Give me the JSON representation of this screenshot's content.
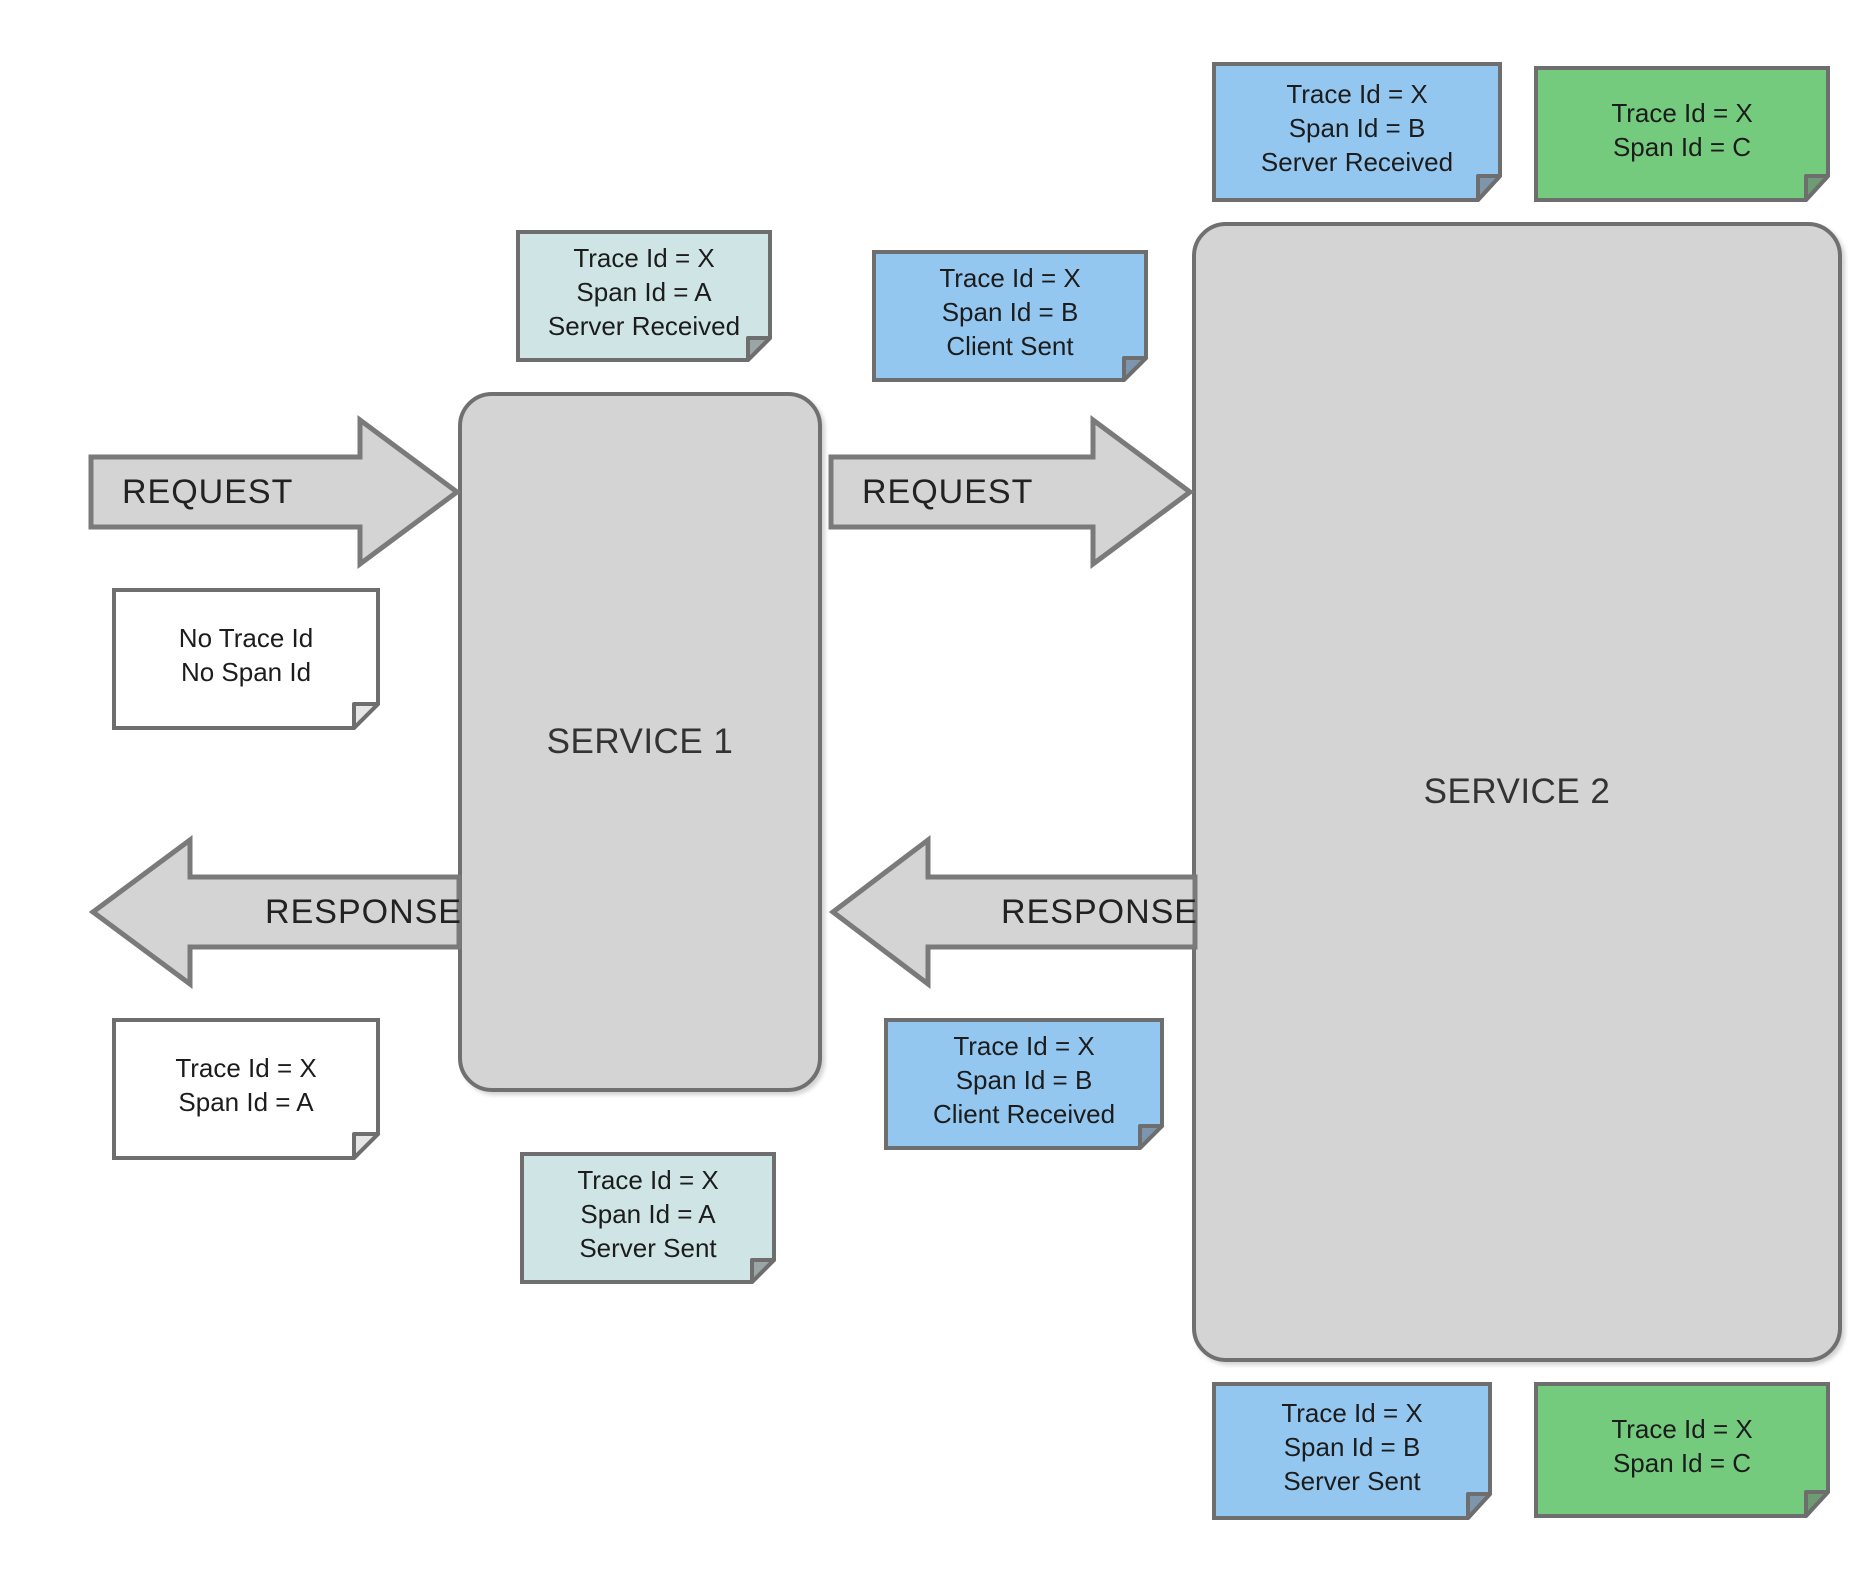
{
  "diagram": {
    "title": "Distributed tracing span propagation between two services",
    "colors": {
      "service_fill": "#d4d4d4",
      "service_stroke": "#707070",
      "arrow_fill": "#d4d4d4",
      "arrow_stroke": "#7a7a7a",
      "note_blue_fill": "#93c7f0",
      "note_green_fill": "#74ca7d",
      "note_cyan_fill": "#cfe5e5",
      "note_white_fill": "#ffffff",
      "note_stroke": "#6e6e6e",
      "text": "#1c1c1c",
      "background": "#ffffff"
    }
  },
  "services": [
    {
      "id": "service-1",
      "label": "SERVICE 1"
    },
    {
      "id": "service-2",
      "label": "SERVICE 2"
    }
  ],
  "arrows": [
    {
      "id": "request-external",
      "label": "REQUEST",
      "direction": "right"
    },
    {
      "id": "response-external",
      "label": "RESPONSE",
      "direction": "left"
    },
    {
      "id": "request-internal",
      "label": "REQUEST",
      "direction": "right"
    },
    {
      "id": "response-internal",
      "label": "RESPONSE",
      "direction": "left"
    }
  ],
  "notes": [
    {
      "id": "note-incoming-request",
      "color": "white",
      "lines": [
        "No Trace Id",
        "No Span Id"
      ]
    },
    {
      "id": "note-outgoing-response",
      "color": "white",
      "lines": [
        "Trace Id = X",
        "Span Id = A"
      ]
    },
    {
      "id": "note-service1-server-received",
      "color": "cyan",
      "lines": [
        "Trace Id = X",
        "Span Id = A",
        "Server Received"
      ]
    },
    {
      "id": "note-service1-server-sent",
      "color": "cyan",
      "lines": [
        "Trace Id = X",
        "Span Id = A",
        "Server Sent"
      ]
    },
    {
      "id": "note-service1-client-sent",
      "color": "blue",
      "lines": [
        "Trace Id = X",
        "Span Id = B",
        "Client Sent"
      ]
    },
    {
      "id": "note-service1-client-received",
      "color": "blue",
      "lines": [
        "Trace Id = X",
        "Span Id = B",
        "Client Received"
      ]
    },
    {
      "id": "note-service2-server-received",
      "color": "blue",
      "lines": [
        "Trace Id = X",
        "Span Id = B",
        "Server Received"
      ]
    },
    {
      "id": "note-service2-server-sent",
      "color": "blue",
      "lines": [
        "Trace Id = X",
        "Span Id = B",
        "Server Sent"
      ]
    },
    {
      "id": "note-service2-span-c-top",
      "color": "green",
      "lines": [
        "Trace Id = X",
        "Span Id = C"
      ]
    },
    {
      "id": "note-service2-span-c-bottom",
      "color": "green",
      "lines": [
        "Trace Id = X",
        "Span Id = C"
      ]
    }
  ]
}
